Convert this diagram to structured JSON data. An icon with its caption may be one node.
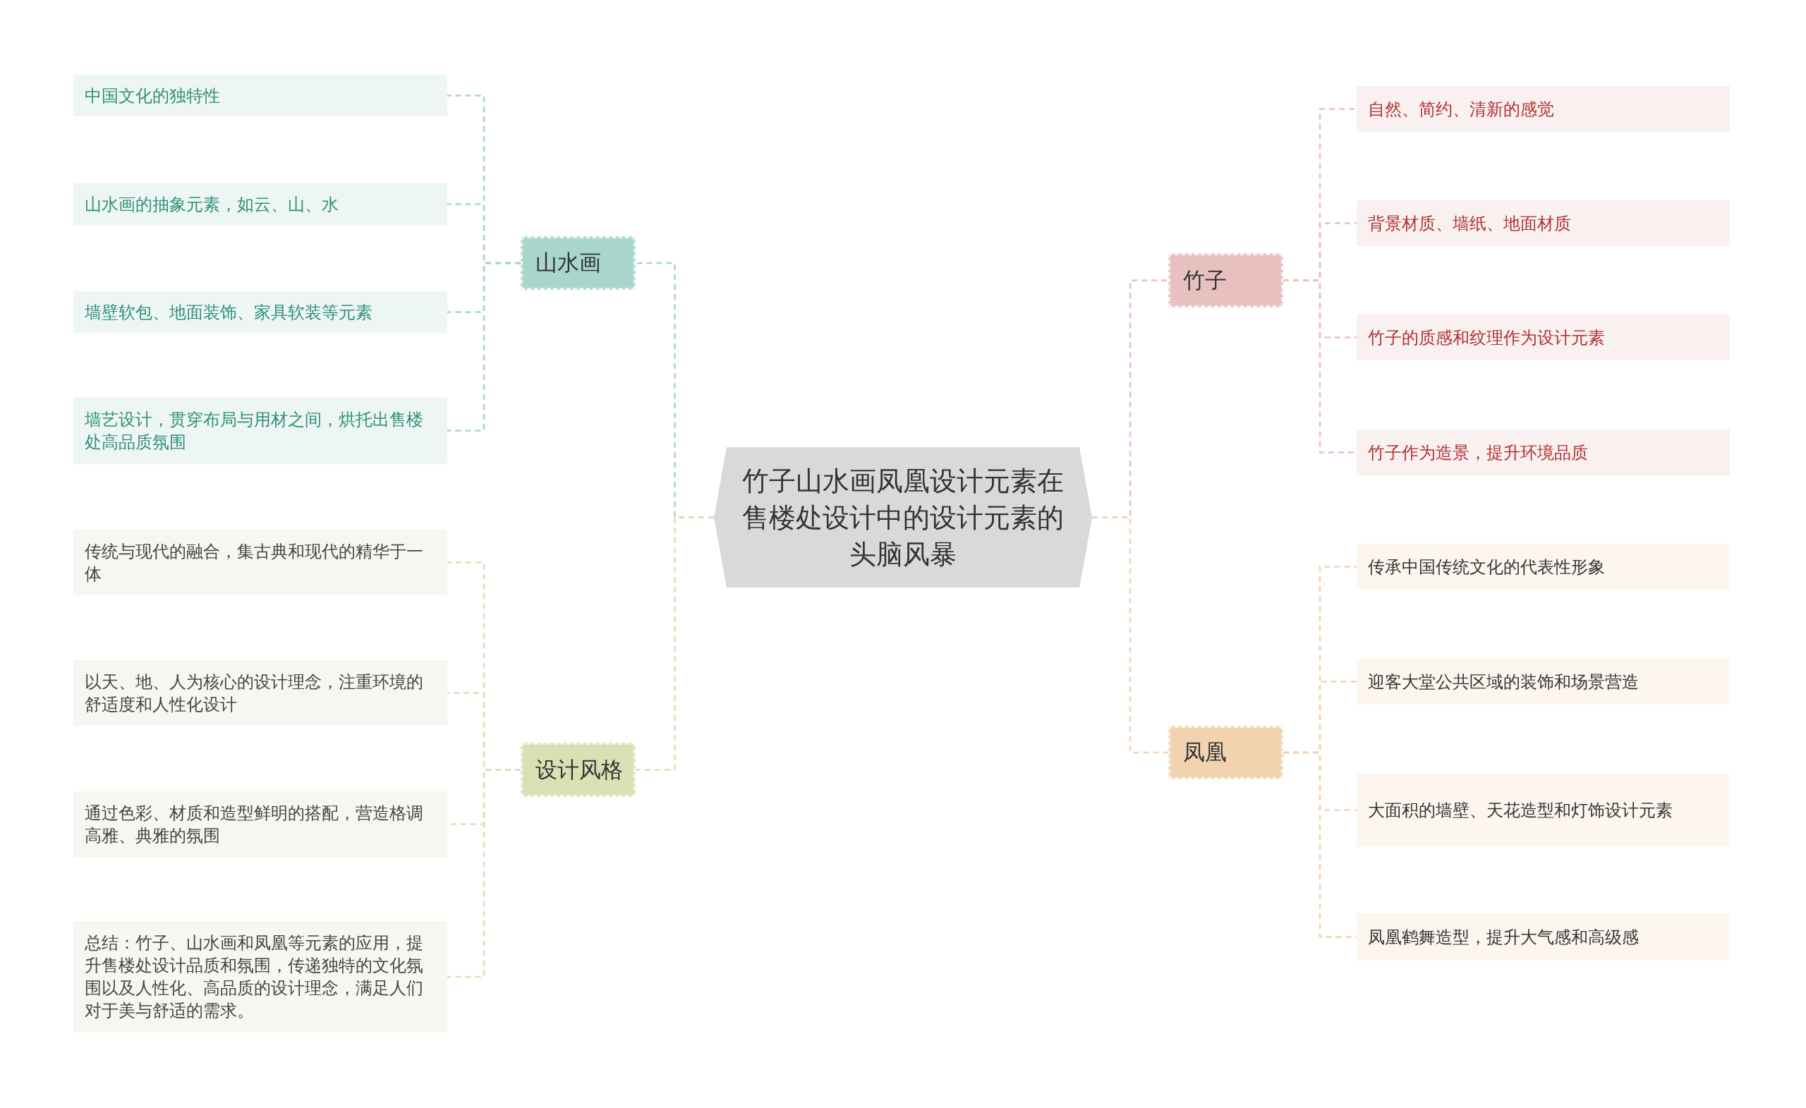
{
  "diagram": {
    "nodes": [
      {
        "text": [
          "竹子山水画凤凰设计元素在售楼处设计中的设计元素的头脑风暴"
        ]
      },
      {
        "text": [
          "山水画"
        ]
      },
      {
        "text": [
          "中国文化的独特性"
        ]
      },
      {
        "text": [
          "山水画的抽象元素，如云、山、水"
        ]
      },
      {
        "text": [
          "墙壁软包、地面装饰、家具软装等元素"
        ]
      },
      {
        "text": [
          "墙艺设计，贯穿布局与用材之间，烘托出售楼处高品质氛围"
        ]
      },
      {
        "text": [
          "设计风格"
        ]
      },
      {
        "text": [
          "传统与现代的融合，集古典和现代的精华于一体"
        ]
      },
      {
        "text": [
          "以天、地、人为核心的设计理念，注重环境的舒适度和人性化设计"
        ]
      },
      {
        "text": [
          "通过色彩、材质和造型鲜明的搭配，营造格调高雅、典雅的氛围"
        ]
      },
      {
        "text": [
          "总结：竹子、山水画和凤凰等元素的应用，提升售楼处设计品质和氛围，传递独特的文化氛围以及人性化、高品质的设计理念，满足人们对于美与舒适的需求。"
        ]
      },
      {
        "text": [
          "竹子"
        ]
      },
      {
        "text": [
          "自然、简约、清新的感觉"
        ]
      },
      {
        "text": [
          "背景材质、墙纸、地面材质"
        ]
      },
      {
        "text": [
          "竹子的质感和纹理作为设计元素"
        ]
      },
      {
        "text": [
          "竹子作为造景，提升环境品质"
        ]
      },
      {
        "text": [
          "凤凰"
        ]
      },
      {
        "text": [
          "传承中国传统文化的代表性形象"
        ]
      },
      {
        "text": [
          "迎客大堂公共区域的装饰和场景营造"
        ]
      },
      {
        "text": [
          "大面积的墙壁、天花造型和灯饰设计元素"
        ]
      },
      {
        "text": [
          "凤凰鹤舞造型，提升大气感和高级感"
        ]
      }
    ],
    "edges": [
      {
        "from": 0,
        "to": 1,
        "arrow": "none",
        "style": "dashed",
        "color": "#a8d5cc"
      },
      {
        "from": 1,
        "to": 2,
        "arrow": "none",
        "style": "dashed",
        "color": "#a8d5cc"
      },
      {
        "from": 1,
        "to": 3,
        "arrow": "none",
        "style": "dashed",
        "color": "#a8d5cc"
      },
      {
        "from": 1,
        "to": 4,
        "arrow": "none",
        "style": "dashed",
        "color": "#a8d5cc"
      },
      {
        "from": 1,
        "to": 5,
        "arrow": "none",
        "style": "dashed",
        "color": "#a8d5cc"
      },
      {
        "from": 0,
        "to": 6,
        "arrow": "none",
        "style": "dashed",
        "color": "#dbe0b4"
      },
      {
        "from": 6,
        "to": 7,
        "arrow": "none",
        "style": "dashed",
        "color": "#dbe0b4"
      },
      {
        "from": 6,
        "to": 8,
        "arrow": "none",
        "style": "dashed",
        "color": "#dbe0b4"
      },
      {
        "from": 6,
        "to": 9,
        "arrow": "none",
        "style": "dashed",
        "color": "#dbe0b4"
      },
      {
        "from": 6,
        "to": 10,
        "arrow": "none",
        "style": "dashed",
        "color": "#dbe0b4"
      },
      {
        "from": 0,
        "to": 11,
        "arrow": "none",
        "style": "dashed",
        "color": "#e8c0c0"
      },
      {
        "from": 11,
        "to": 12,
        "arrow": "none",
        "style": "dashed",
        "color": "#e8c0c0"
      },
      {
        "from": 11,
        "to": 13,
        "arrow": "none",
        "style": "dashed",
        "color": "#e8c0c0"
      },
      {
        "from": 11,
        "to": 14,
        "arrow": "none",
        "style": "dashed",
        "color": "#e8c0c0"
      },
      {
        "from": 11,
        "to": 15,
        "arrow": "none",
        "style": "dashed",
        "color": "#e8c0c0"
      },
      {
        "from": 0,
        "to": 16,
        "arrow": "none",
        "style": "dashed",
        "color": "#f2d3b0"
      },
      {
        "from": 16,
        "to": 17,
        "arrow": "none",
        "style": "dashed",
        "color": "#f2d3b0"
      },
      {
        "from": 16,
        "to": 18,
        "arrow": "none",
        "style": "dashed",
        "color": "#f2d3b0"
      },
      {
        "from": 16,
        "to": 19,
        "arrow": "none",
        "style": "dashed",
        "color": "#f2d3b0"
      },
      {
        "from": 16,
        "to": 20,
        "arrow": "none",
        "style": "dashed",
        "color": "#f2d3b0"
      }
    ]
  }
}
